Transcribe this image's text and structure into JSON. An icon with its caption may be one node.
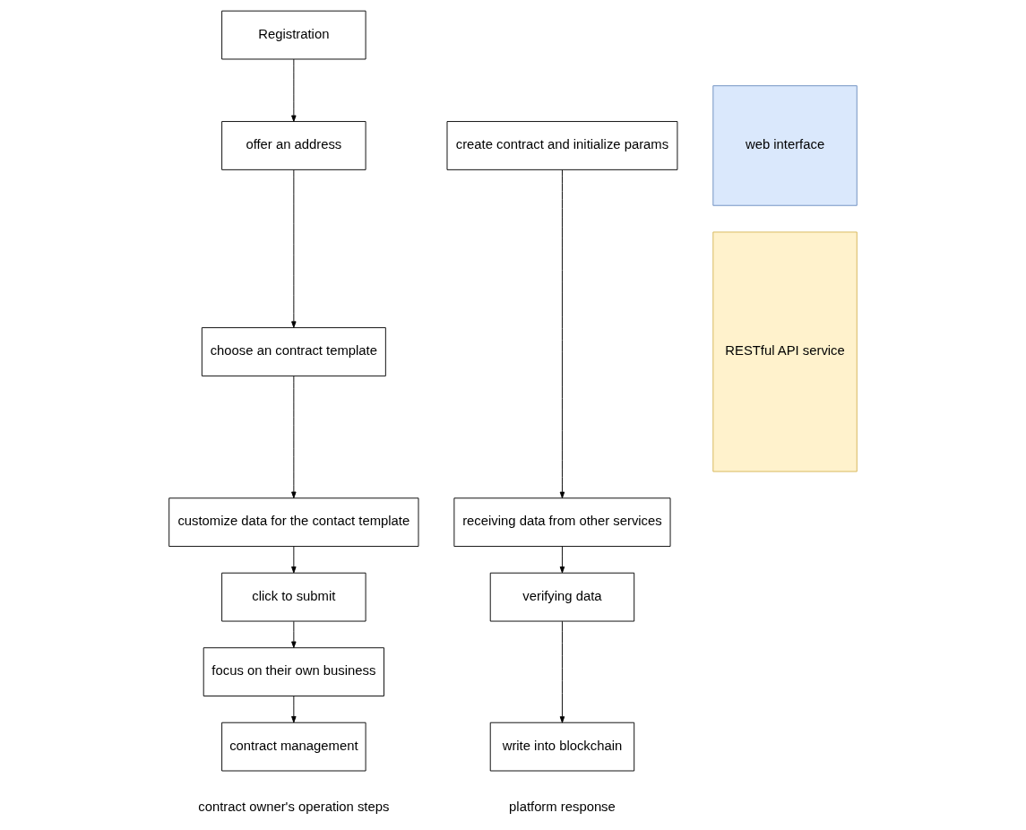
{
  "diagram": {
    "nodes": [
      {
        "text": [
          "Registration"
        ]
      },
      {
        "text": [
          "offer an address"
        ]
      },
      {
        "text": [
          "choose an contract template"
        ]
      },
      {
        "text": [
          "customize data for the contact template"
        ]
      },
      {
        "text": [
          "click to submit"
        ]
      },
      {
        "text": [
          "focus on their own business"
        ]
      },
      {
        "text": [
          "contract management"
        ]
      },
      {
        "text": [
          "create contract and initialize params"
        ]
      },
      {
        "text": [
          "receiving data from other services"
        ]
      },
      {
        "text": [
          "verifying data"
        ]
      },
      {
        "text": [
          "write into blockchain"
        ]
      },
      {
        "text": [
          "web interface"
        ]
      },
      {
        "text": [
          "RESTful API service"
        ]
      }
    ],
    "edges": [
      {
        "from": 0,
        "to": 1,
        "arrow": "to"
      },
      {
        "from": 1,
        "to": 2,
        "arrow": "to"
      },
      {
        "from": 2,
        "to": 3,
        "arrow": "to"
      },
      {
        "from": 3,
        "to": 4,
        "arrow": "to"
      },
      {
        "from": 4,
        "to": 5,
        "arrow": "to"
      },
      {
        "from": 5,
        "to": 6,
        "arrow": "to"
      },
      {
        "from": 7,
        "to": 8,
        "arrow": "to"
      },
      {
        "from": 8,
        "to": 9,
        "arrow": "to"
      },
      {
        "from": 9,
        "to": 10,
        "arrow": "to"
      }
    ],
    "labels": [
      "contract owner's operation steps",
      "platform response"
    ]
  }
}
